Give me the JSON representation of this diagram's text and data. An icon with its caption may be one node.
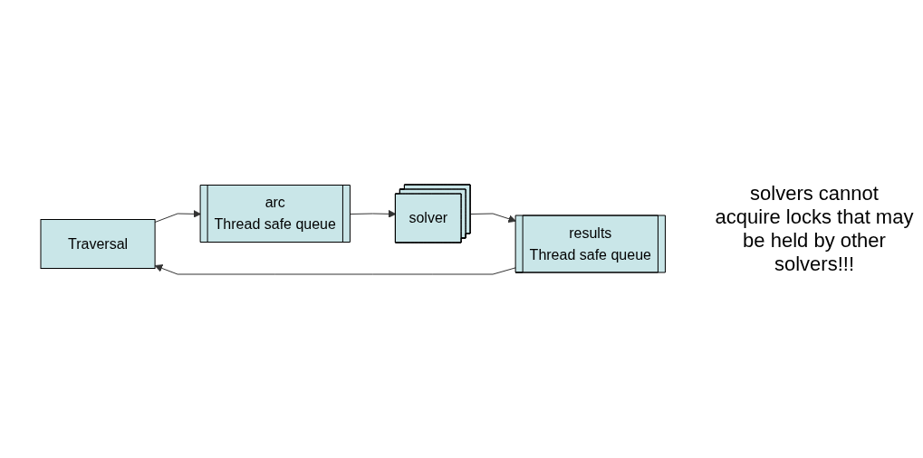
{
  "diagram": {
    "nodes": [
      {
        "text": [
          "Traversal"
        ]
      },
      {
        "text": [
          "arc"
        ],
        "beside": [
          "Thread safe queue"
        ]
      },
      {
        "text": [
          "solver"
        ]
      },
      {
        "text": [
          "results"
        ],
        "beside": [
          "Thread safe queue"
        ]
      }
    ],
    "edges": [
      {
        "from": 0,
        "to": 1,
        "arrow": "to"
      },
      {
        "from": 1,
        "to": 2,
        "arrow": "to"
      },
      {
        "from": 2,
        "to": 3,
        "arrow": "to"
      },
      {
        "from": 3,
        "to": 0,
        "arrow": "to"
      }
    ],
    "labels": [
      "solvers cannot acquire locks that may be held by other solvers!!!"
    ]
  }
}
